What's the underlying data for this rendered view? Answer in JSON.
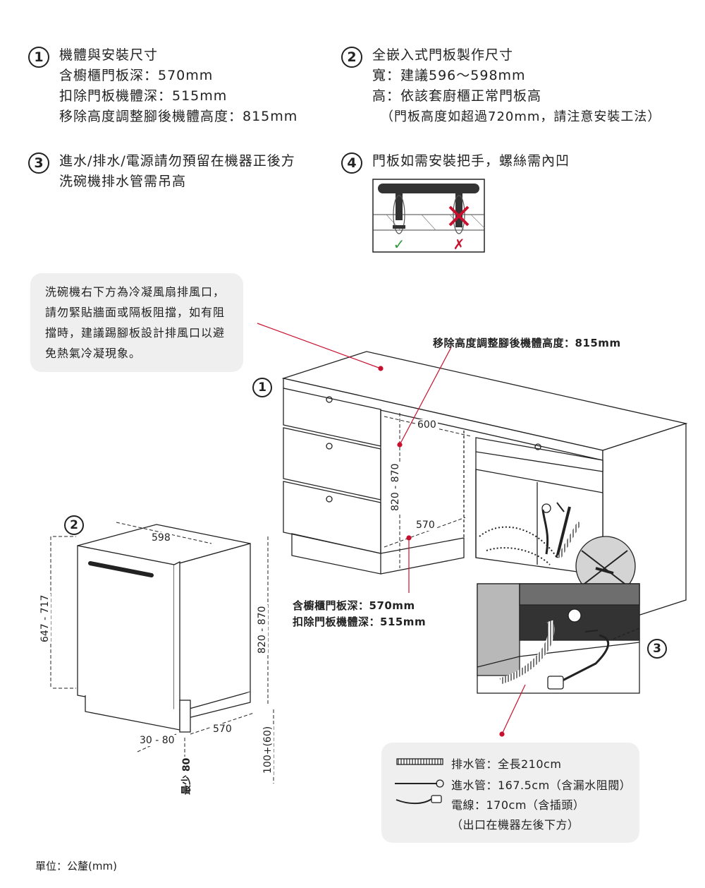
{
  "sections": [
    {
      "num": "1",
      "lines": [
        "機體與安裝尺寸",
        "含櫥櫃門板深：570mm",
        "扣除門板機體深：515mm",
        "移除高度調整腳後機體高度：815mm"
      ]
    },
    {
      "num": "2",
      "lines": [
        "全嵌入式門板製作尺寸",
        "寬：建議596～598mm",
        "高：依該套廚櫃正常門板高",
        "（門板高度如超過720mm，請注意安裝工法）"
      ]
    },
    {
      "num": "3",
      "lines": [
        "進水/排水/電源請勿預留在機器正後方",
        "洗碗機排水管需吊高"
      ]
    },
    {
      "num": "4",
      "lines": [
        "門板如需安裝把手，螺絲需內凹"
      ]
    }
  ],
  "handle_marks": {
    "ok": "✓",
    "bad": "✗"
  },
  "note": {
    "lines": [
      "洗碗機右下方為冷凝風扇排風口，",
      "請勿緊貼牆面或隔板阻擋，如有阻",
      "擋時，建議踢腳板設計排風口以避",
      "免熱氣冷凝現象。"
    ]
  },
  "callouts": {
    "height": "移除高度調整腳後機體高度：815mm",
    "depth1": "含櫥櫃門板深：570mm",
    "depth2": "扣除門板機體深：515mm"
  },
  "cabinet_dims": {
    "width": "600",
    "height": "820 - 870",
    "depth": "570"
  },
  "machine_dims": {
    "width": "598",
    "door_height": "647 - 717",
    "height": "820 - 870",
    "toe": "30 - 80",
    "depth": "570",
    "min": "最少 80",
    "plinth": "100+(60)"
  },
  "diagram_labels": {
    "cabinet": "1",
    "machine": "2",
    "hoses": "3"
  },
  "legend": [
    {
      "icon": "drain-hose-icon",
      "text": "排水管：全長210cm"
    },
    {
      "icon": "inlet-hose-icon",
      "text": "進水管：167.5cm（含漏水阻閥）"
    },
    {
      "icon": "power-cord-icon",
      "text": "電線：170cm（含插頭）"
    },
    {
      "icon": "",
      "text": "（出口在機器左後下方）"
    }
  ],
  "unit": "單位：公釐(mm)",
  "colors": {
    "accent": "#c8102e",
    "ok": "#2e9c3a",
    "bad": "#c8102e",
    "note_bg": "#efefef"
  }
}
